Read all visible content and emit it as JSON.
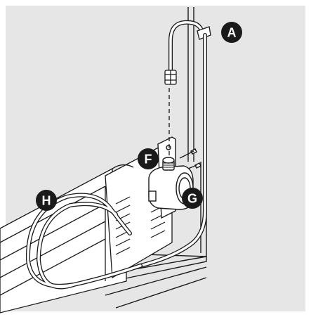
{
  "diagram": {
    "callouts": {
      "a": "A",
      "f": "F",
      "g": "G",
      "h": "H"
    }
  },
  "colors": {
    "background_panel": "#e6e6e6",
    "line": "#1a1a1a",
    "callout_fill": "#1a1a1a",
    "callout_text": "#ffffff"
  }
}
